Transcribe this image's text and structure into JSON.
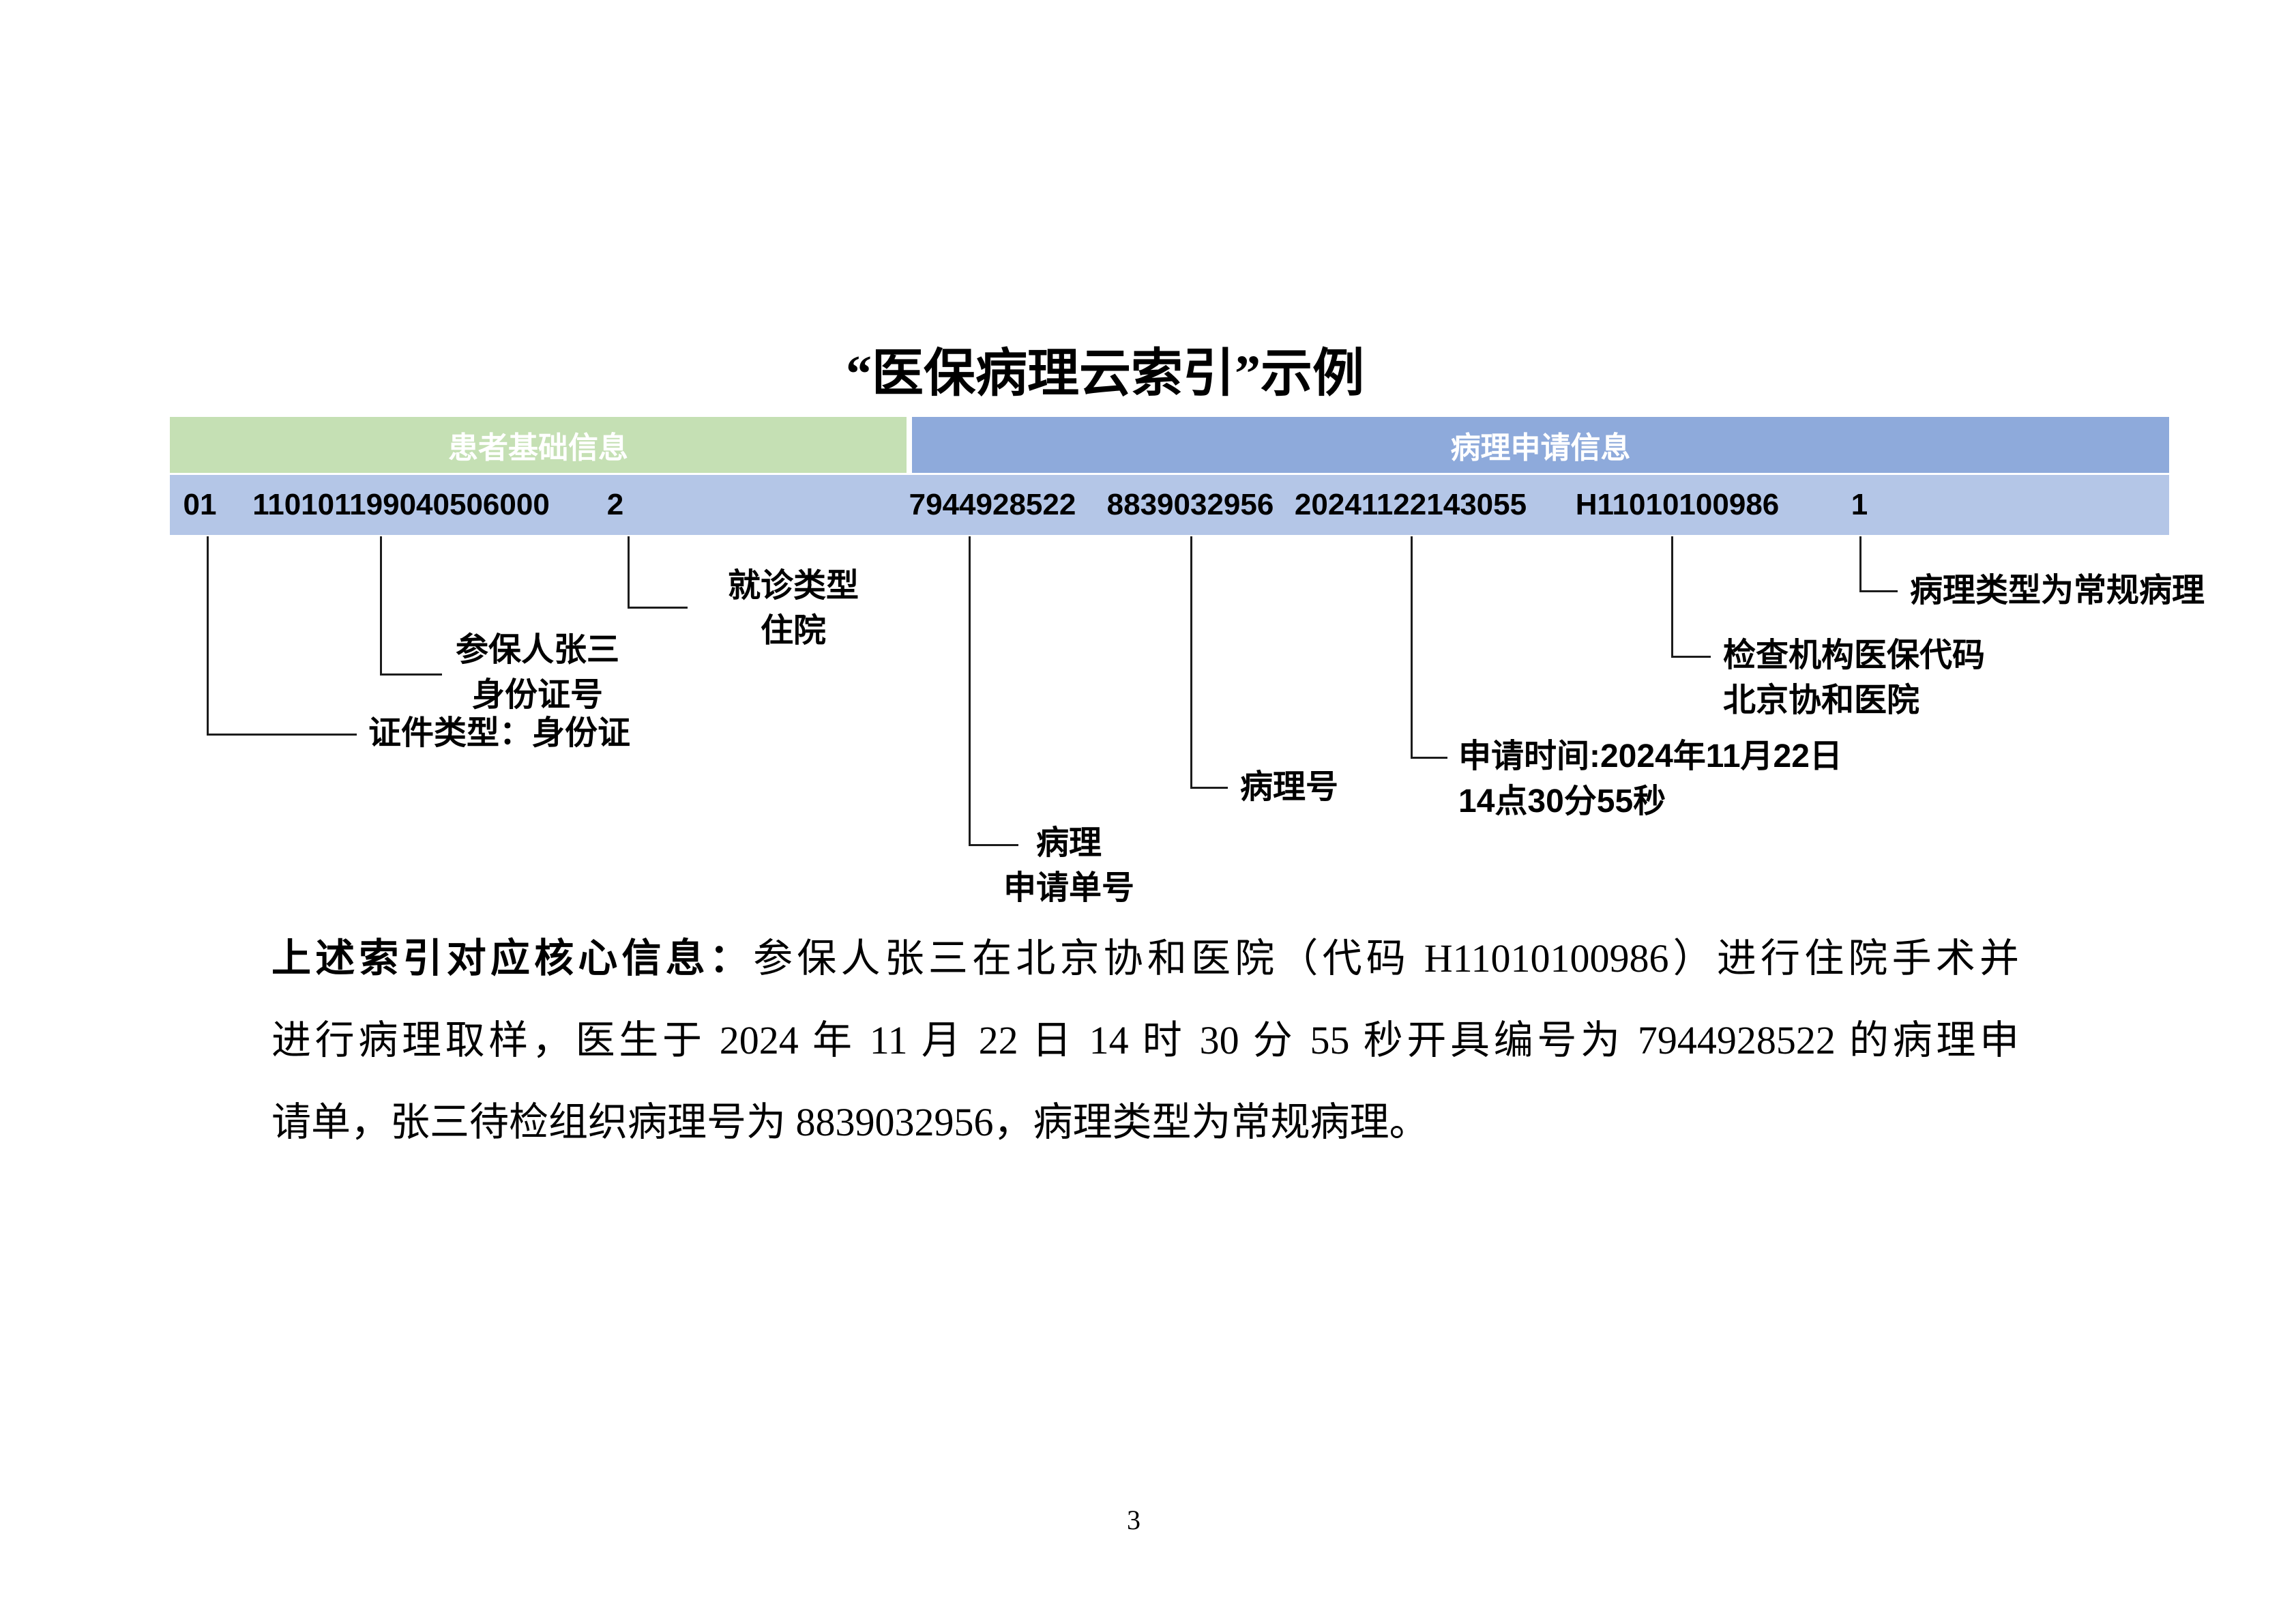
{
  "title": "“医保病理云索引”示例",
  "colors": {
    "patient_header_bg": "#C5E0B4",
    "pathology_header_bg": "#8EAADB",
    "data_row_bg": "#B4C6E7",
    "header_text": "#FFFFFF",
    "callout_line": "#1C1C1C"
  },
  "table": {
    "patient_group_label": "患者基础信息",
    "pathology_group_label": "病理申请信息",
    "values": [
      "01",
      "110101199040506000",
      "2",
      "7944928522",
      "8839032956",
      "20241122143055",
      "H11010100986",
      "1"
    ]
  },
  "callouts": {
    "cert_type": {
      "lines": [
        "证件类型：身份证"
      ]
    },
    "id_number": {
      "lines": [
        "参保人张三",
        "身份证号"
      ]
    },
    "visit_type": {
      "lines": [
        "就诊类型",
        "住院"
      ]
    },
    "application_no": {
      "lines": [
        "病理",
        "申请单号"
      ]
    },
    "pathology_no": {
      "lines": [
        "病理号"
      ]
    },
    "application_time": {
      "lines": [
        "申请时间:2024年11月22日",
        "14点30分55秒"
      ]
    },
    "institution_code": {
      "lines": [
        "检查机构医保代码",
        "北京协和医院"
      ]
    },
    "pathology_type": {
      "lines": [
        "病理类型为常规病理"
      ]
    }
  },
  "summary": {
    "lead": "上述索引对应核心信息：",
    "line1_rest": "参保人张三在北京协和医院（代码 H11010100986）进行住院手术并",
    "line2": "进行病理取样，医生于 2024 年 11 月 22 日 14 时 30 分 55 秒开具编号为 7944928522 的病理申",
    "line3": "请单，张三待检组织病理号为 8839032956，病理类型为常规病理。"
  },
  "page_number": "3"
}
